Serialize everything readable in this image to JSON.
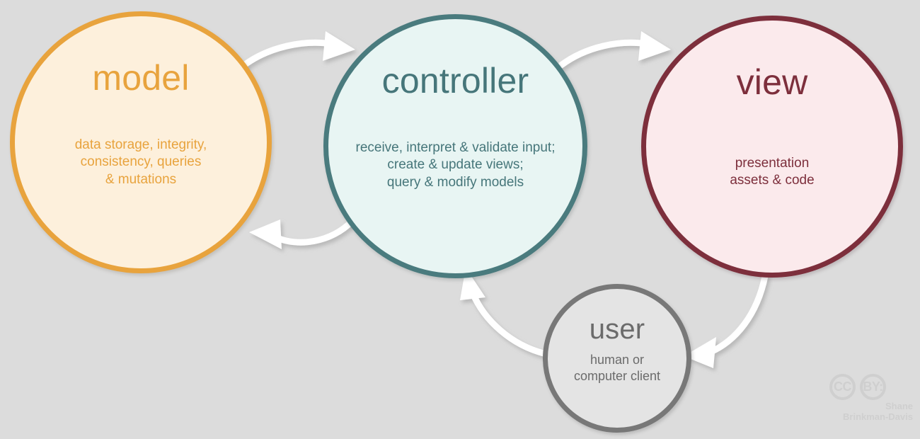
{
  "diagram": {
    "background_color": "#dcdcdc",
    "title": "MVC architecture diagram",
    "nodes": [
      {
        "id": "model",
        "title": "model",
        "description_lines": [
          "data storage, integrity,",
          "consistency, queries",
          "& mutations"
        ],
        "fill_color": "#fdf0dc",
        "border_color": "#e8a33d",
        "text_color": "#e8a33d"
      },
      {
        "id": "controller",
        "title": "controller",
        "description_lines": [
          "receive, interpret & validate input;",
          "create & update views;",
          "query & modify models"
        ],
        "fill_color": "#e8f5f3",
        "border_color": "#4a7b7e",
        "text_color": "#46767a"
      },
      {
        "id": "view",
        "title": "view",
        "description_lines": [
          "presentation",
          "assets & code"
        ],
        "fill_color": "#fbeaec",
        "border_color": "#7d2f3c",
        "text_color": "#7d2f3c"
      },
      {
        "id": "user",
        "title": "user",
        "description_lines": [
          "human or",
          "computer client"
        ],
        "fill_color": "#e4e4e4",
        "border_color": "#787878",
        "text_color": "#6b6b6b"
      }
    ],
    "arrows": [
      {
        "id": "model-to-controller",
        "from": "model",
        "to": "controller",
        "color": "#ffffff"
      },
      {
        "id": "controller-to-model",
        "from": "controller",
        "to": "model",
        "color": "#ffffff"
      },
      {
        "id": "controller-to-view",
        "from": "controller",
        "to": "view",
        "color": "#ffffff"
      },
      {
        "id": "view-to-user",
        "from": "view",
        "to": "user",
        "color": "#ffffff"
      },
      {
        "id": "user-to-controller",
        "from": "user",
        "to": "controller",
        "color": "#ffffff"
      }
    ]
  },
  "license": {
    "cc_mark": "CC",
    "by_mark": "BY:",
    "credit_lines": [
      "Shane",
      "Brinkman-Davis"
    ],
    "color": "#cfcfcf"
  }
}
